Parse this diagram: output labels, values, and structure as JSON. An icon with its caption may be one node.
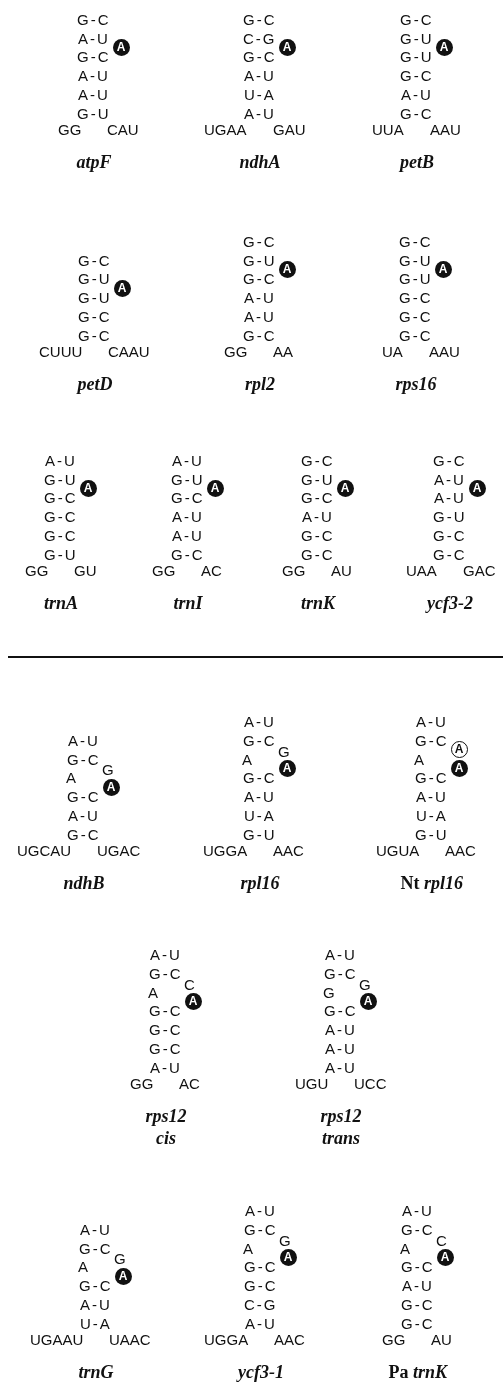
{
  "diagram": {
    "labels": [
      "G-C",
      "A-U",
      "A",
      "G-C",
      "A-U",
      "A-U",
      "G-U",
      "GG",
      "CAU",
      "atpF",
      "G-C",
      "C-G",
      "A",
      "G-C",
      "A-U",
      "U-A",
      "A-U",
      "UGAA",
      "GAU",
      "ndhA",
      "G-C",
      "G-U",
      "A",
      "G-U",
      "G-C",
      "A-U",
      "G-C",
      "UUA",
      "AAU",
      "petB",
      "G-C",
      "G-U",
      "A",
      "G-U",
      "G-C",
      "G-C",
      "CUUU",
      "CAAU",
      "petD",
      "G-C",
      "G-U",
      "A",
      "G-C",
      "A-U",
      "A-U",
      "G-C",
      "GG",
      "AA",
      "rpl2",
      "G-C",
      "G-U",
      "A",
      "G-U",
      "G-C",
      "G-C",
      "G-C",
      "UA",
      "AAU",
      "rps16",
      "A-U",
      "G-U",
      "A",
      "G-C",
      "G-C",
      "G-C",
      "G-U",
      "GG",
      "GU",
      "trnA",
      "A-U",
      "G-U",
      "A",
      "G-C",
      "A-U",
      "A-U",
      "G-C",
      "GG",
      "AC",
      "trnI",
      "G-C",
      "G-U",
      "A",
      "G-C",
      "A-U",
      "G-C",
      "G-C",
      "GG",
      "AU",
      "trnK",
      "G-C",
      "A-U",
      "A",
      "A-U",
      "G-U",
      "G-C",
      "G-C",
      "UAA",
      "GAC",
      "ycf3-2",
      "A-U",
      "G-C",
      "A",
      "G",
      "A",
      "G-C",
      "A-U",
      "G-C",
      "UGCAU",
      "UGAC",
      "ndhB",
      "A-U",
      "G-C",
      "A",
      "G",
      "A",
      "G-C",
      "A-U",
      "U-A",
      "G-U",
      "UGGA",
      "AAC",
      "rpl16",
      "A-U",
      "G-C",
      "A",
      "A",
      "A",
      "G-C",
      "A-U",
      "U-A",
      "G-U",
      "UGUA",
      "AAC",
      "Nt *rpl16*",
      "A-U",
      "G-C",
      "A",
      "C",
      "A",
      "G-C",
      "G-C",
      "G-C",
      "A-U",
      "GG",
      "AC",
      "rps12 cis",
      "A-U",
      "G-C",
      "G",
      "G",
      "A",
      "G-C",
      "A-U",
      "A-U",
      "A-U",
      "UGU",
      "UCC",
      "rps12 trans",
      "A-U",
      "G-C",
      "A",
      "G",
      "A",
      "G-C",
      "A-U",
      "U-A",
      "UGAAU",
      "UAAC",
      "trnG",
      "A-U",
      "G-C",
      "A",
      "G",
      "A",
      "G-C",
      "G-C",
      "C-G",
      "A-U",
      "UGGA",
      "AAC",
      "ycf3-1",
      "A-U",
      "G-C",
      "A",
      "C",
      "A",
      "G-C",
      "A-U",
      "G-C",
      "G-C",
      "GG",
      "AU",
      "Pa *trnK*"
    ]
  }
}
